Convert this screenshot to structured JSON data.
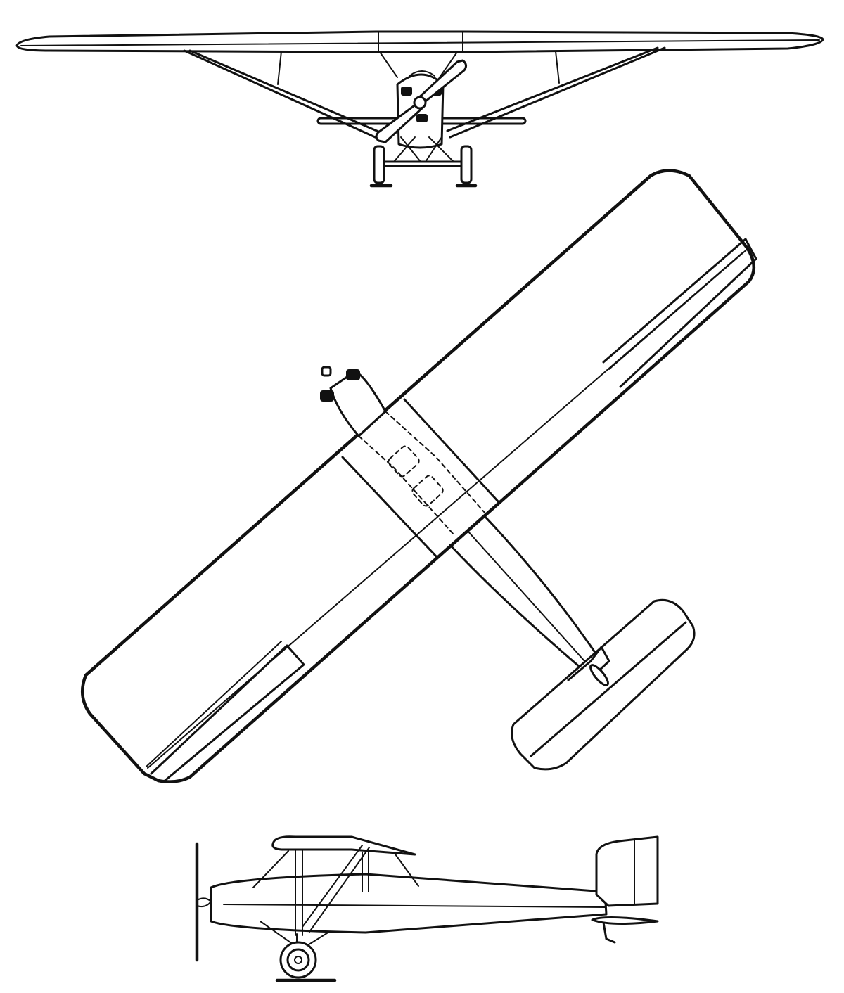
{
  "drawing": {
    "views": [
      "front",
      "plan",
      "side"
    ],
    "ink_color": "#111111",
    "paper_color": "#ffffff"
  }
}
